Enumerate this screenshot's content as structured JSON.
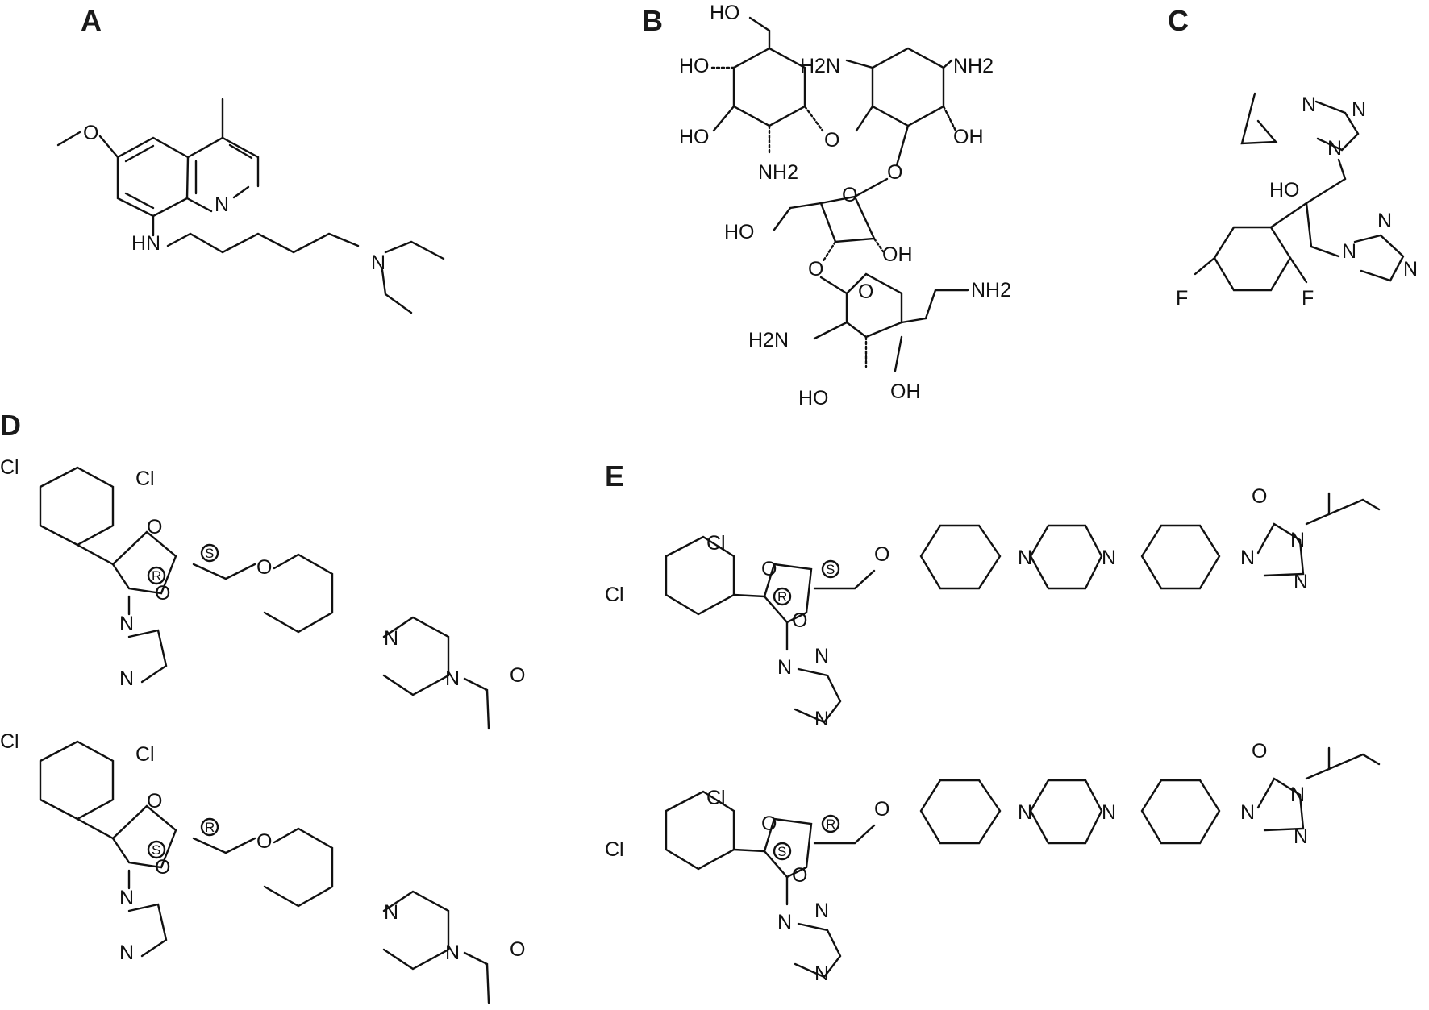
{
  "figure": {
    "panels": [
      {
        "id": "A",
        "label": "A"
      },
      {
        "id": "B",
        "label": "B"
      },
      {
        "id": "C",
        "label": "C"
      },
      {
        "id": "D",
        "label": "D"
      },
      {
        "id": "E",
        "label": "E"
      }
    ]
  },
  "atoms": {
    "O": "O",
    "N": "N",
    "HN": "HN",
    "HO": "HO",
    "OH": "OH",
    "NH2_left": "H2N",
    "NH2_right": "NH2",
    "F": "F",
    "Cl": "Cl"
  },
  "stereo": {
    "R": "R",
    "S": "S"
  },
  "colors": {
    "ink": "#111111",
    "background": "#ffffff"
  }
}
